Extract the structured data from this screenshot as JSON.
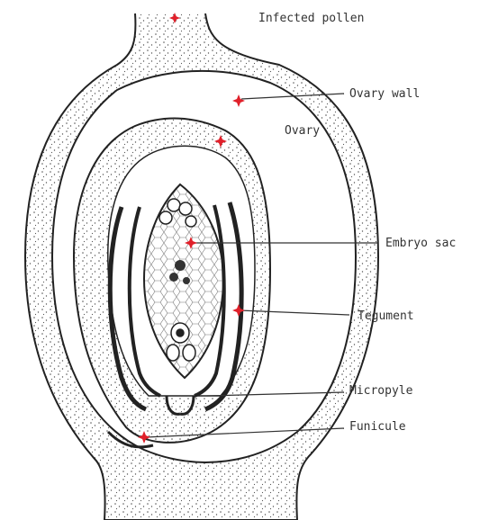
{
  "labels": {
    "infected_pollen": "Infected pollen",
    "ovary_wall": "Ovary wall",
    "ovary": "Ovary",
    "embryo_sac": "Embryo sac",
    "tegument": "Tegument",
    "micropyle": "Micropyle",
    "funicule": "Funicule"
  },
  "colors": {
    "ink": "#222222",
    "marker": "#e0202a",
    "stipple": "#555555",
    "background": "#ffffff"
  },
  "icons": {
    "infection_marker": "red-star-icon"
  }
}
